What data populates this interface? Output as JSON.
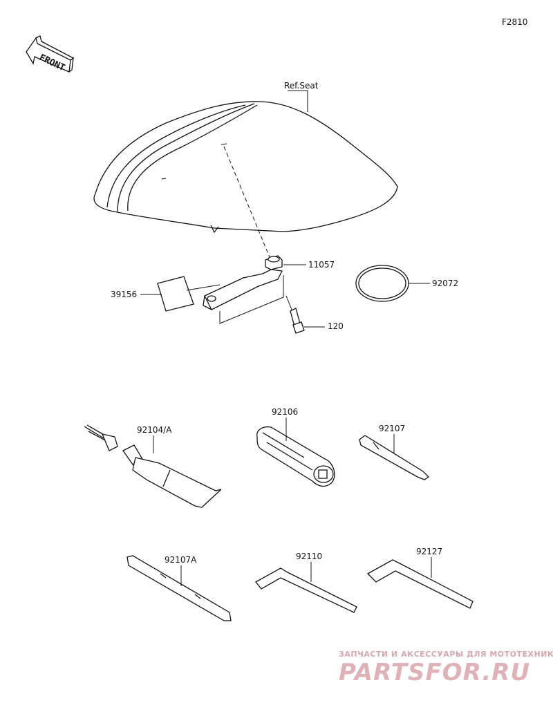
{
  "figure_code": "F2810",
  "front_label": "FRONT",
  "parts": {
    "ref_seat": "Ref.Seat",
    "p11057": "11057",
    "p39156": "39156",
    "p92072": "92072",
    "p120": "120",
    "p92104": "92104/A",
    "p92106": "92106",
    "p92107": "92107",
    "p92107a": "92107A",
    "p92110": "92110",
    "p92127": "92127"
  },
  "watermark": {
    "line1": "ЗАПЧАСТИ И АКСЕССУАРЫ ДЛЯ МОТОТЕХНИКИ",
    "line2": "PARTSFOR.RU"
  },
  "colors": {
    "line": "#111111",
    "watermark": "#e0b2b8"
  }
}
